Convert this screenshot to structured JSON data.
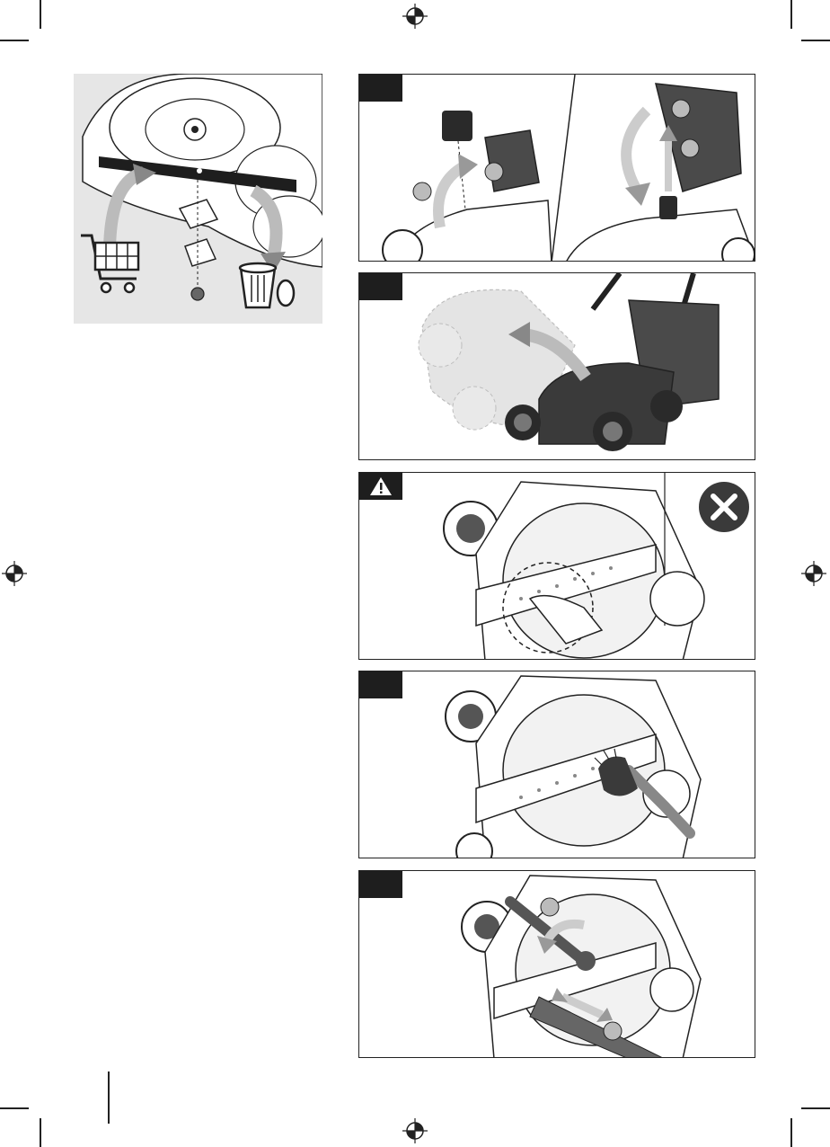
{
  "page": {
    "page_number": ""
  },
  "figures": [
    {
      "id": "blade-replacement",
      "description_icons": [
        "shopping-cart-icon",
        "trash-bin-icon",
        "curved-arrow-icon"
      ]
    },
    {
      "id": "remove-battery",
      "icons": [
        "battery-icon",
        "curved-arrow-icon",
        "up-arrow-icon"
      ]
    },
    {
      "id": "tilt-mower",
      "icons": [
        "curved-arrow-icon"
      ]
    },
    {
      "id": "warning-no-hands",
      "icons": [
        "warning-triangle-icon",
        "prohibited-x-icon"
      ]
    },
    {
      "id": "brush-clean",
      "icons": [
        "brush-icon"
      ]
    },
    {
      "id": "loosen-blade",
      "icons": [
        "wrench-icon",
        "curved-arrow-icon",
        "double-arrow-icon"
      ]
    }
  ],
  "colors": {
    "tab": "#1e1e1e",
    "panel_bg": "#e6e6e6",
    "line": "#222222",
    "prohibited": "#3a3a3a"
  }
}
